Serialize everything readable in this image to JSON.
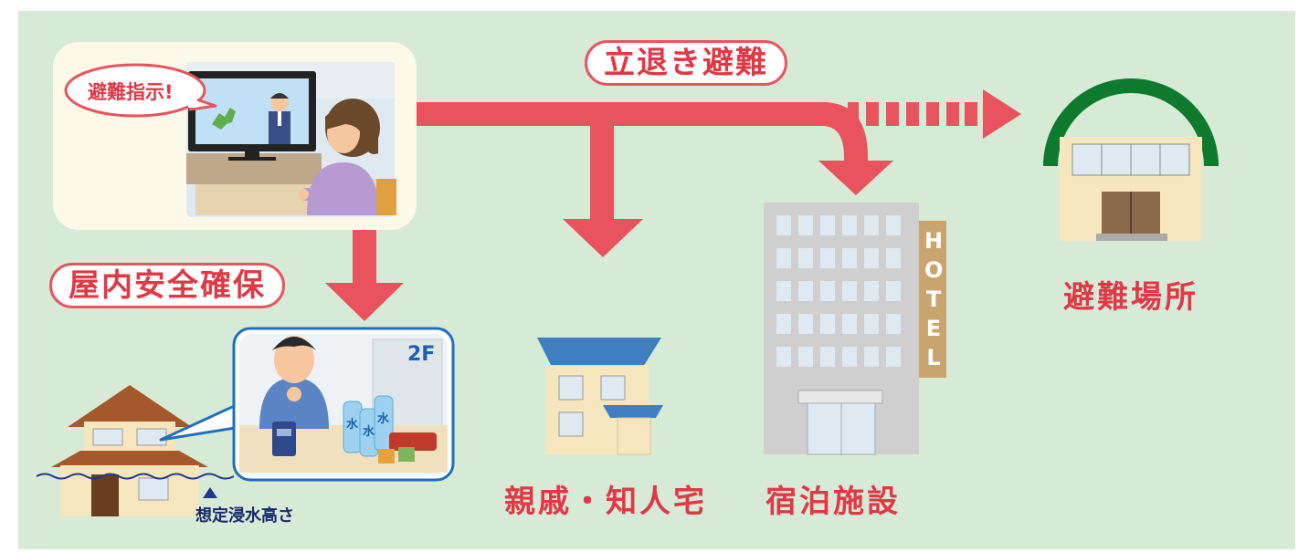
{
  "labels": {
    "evacuation_order": "避難指示!",
    "relocate_evac": "立退き避難",
    "indoor_safety": "屋内安全確保",
    "floor": "2F",
    "water": "水",
    "flood_height": "想定浸水高さ",
    "relatives_home": "親戚・知人宅",
    "accommodation": "宿泊施設",
    "evac_site": "避難場所",
    "hotel_sign": [
      "H",
      "O",
      "T",
      "E",
      "L"
    ]
  },
  "colors": {
    "background": "#d7ead6",
    "arrow_red": "#e8535d",
    "text_red": "#e03845",
    "roof_blue": "#3f7fc0",
    "roof_brown": "#a5582b",
    "hotel_gray": "#cfcfcf",
    "hotel_sign": "#c9a56d",
    "dome_green": "#0d7a2e",
    "building_cream": "#f6e6be"
  }
}
